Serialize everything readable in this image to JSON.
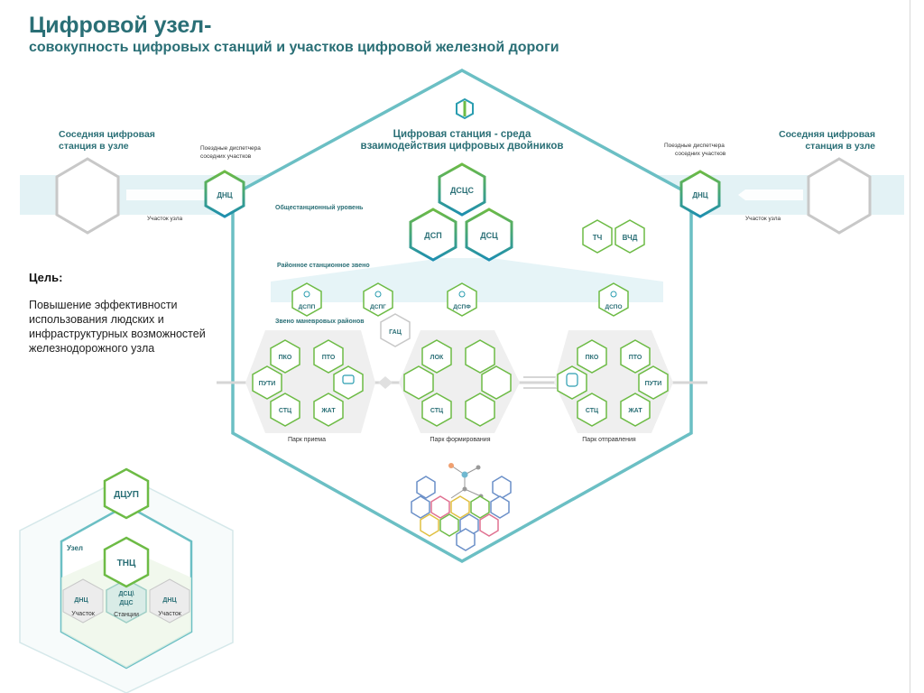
{
  "header": {
    "title": "Цифровой узел-",
    "subtitle": "совокупность цифровых станций и участков цифровой железной  дороги"
  },
  "goal": {
    "label": "Цель:",
    "text": "Повышение эффективности использования людских и инфраструктурных возможностей железнодорожного узла"
  },
  "neighbors": {
    "left_title_1": "Соседняя цифровая",
    "left_title_2": "станция в узле",
    "right_title_1": "Соседняя цифровая",
    "right_title_2": "станция в узле",
    "dispatch_left_1": "Поездные диспетчера",
    "dispatch_left_2": "соседних участков",
    "dispatch_right_1": "Поездные диспетчера",
    "dispatch_right_2": "соседних участков",
    "section_left": "Участок узла",
    "section_right": "Участок узла",
    "dnc": "ДНЦ"
  },
  "station": {
    "title_1": "Цифровая станция - среда",
    "title_2": "взаимодействия цифровых двойников",
    "level_general": "Общестанционный уровень",
    "level_district": "Районное станционное звено",
    "level_shunting": "Звено маневровых районов",
    "dscs": "ДСЦС",
    "dsp": "ДСП",
    "dsc": "ДСЦ",
    "tch": "ТЧ",
    "vchd": "ВЧД",
    "dspp": "ДСПП",
    "dspg": "ДСПГ",
    "dspf": "ДСПФ",
    "dspo": "ДСПО",
    "gac": "ГАЦ"
  },
  "parks": {
    "reception": "Парк приема",
    "formation": "Парк формирования",
    "departure": "Парк отправления",
    "pko": "ПКО",
    "pto": "ПТО",
    "puti": "ПУТИ",
    "stc": "СТЦ",
    "zhat": "ЖАТ",
    "lok": "ЛОК"
  },
  "node_mini": {
    "dcup": "ДЦУП",
    "node": "Узел",
    "tnc": "ТНЦ",
    "dnc": "ДНЦ",
    "section": "Участок",
    "dscs_1": "ДСЦ\\",
    "dscs_2": "ДЦС",
    "stations": "Станции"
  },
  "colors": {
    "title": "#2a6f76",
    "hex_border": "#6bbfc4",
    "green": "#6dbb45",
    "band": "#e3f2f5"
  }
}
